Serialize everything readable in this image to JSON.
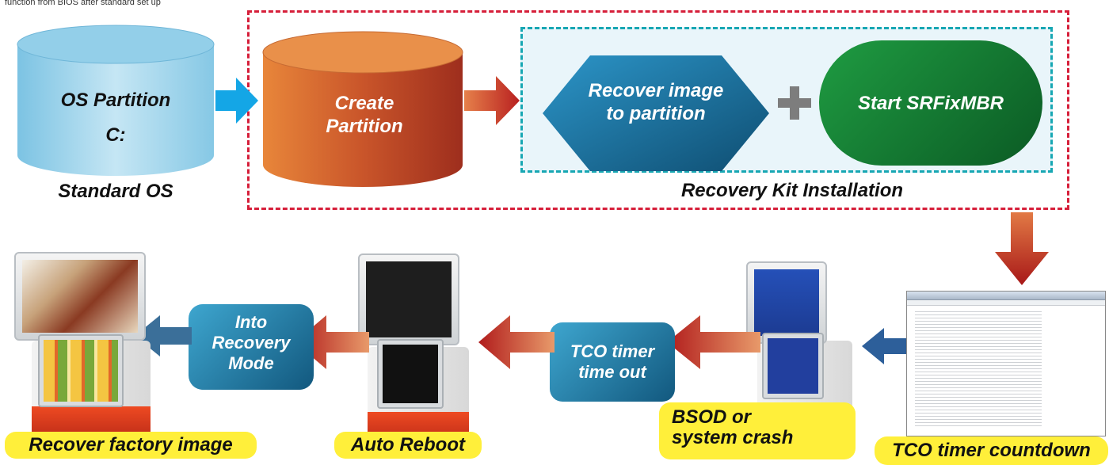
{
  "header_note": "function from BIOS after standard set up",
  "os_cylinder": {
    "line1": "OS Partition",
    "line2": "C:"
  },
  "standard_os_label": "Standard OS",
  "create_partition": {
    "line1": "Create",
    "line2": "Partition"
  },
  "recover_image": {
    "line1": "Recover image",
    "line2": "to partition"
  },
  "plus_symbol": "+",
  "start_srfix": "Start SRFixMBR",
  "recovery_kit_label": "Recovery Kit Installation",
  "steps": {
    "tco_countdown": "TCO timer countdown",
    "bsod": {
      "line1": "BSOD or",
      "line2": "system crash"
    },
    "tco_timeout": {
      "line1": "TCO timer",
      "line2": "time out"
    },
    "auto_reboot": "Auto Reboot",
    "into_recovery": {
      "line1": "Into",
      "line2": "Recovery",
      "line3": "Mode"
    },
    "recover_factory": "Recover factory image"
  },
  "colors": {
    "red_dash": "#d61f3a",
    "teal_dash": "#17a7b3",
    "arrow_blue": "#14a6e6",
    "arrow_red": "#b92a22",
    "arrow_navy": "#2d5f9a",
    "highlight_yellow": "#ffef3a"
  }
}
